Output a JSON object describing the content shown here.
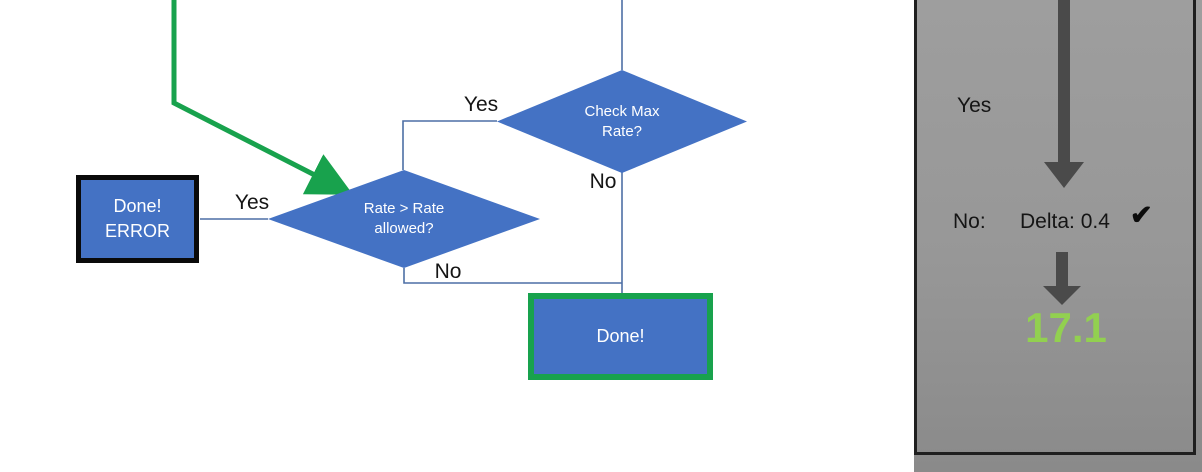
{
  "flowchart": {
    "check_max_diamond": {
      "line1": "Check Max",
      "line2": "Rate?"
    },
    "check_max_yes_label": "Yes",
    "check_max_no_label": "No",
    "rate_diamond": {
      "line1": "Rate > Rate",
      "line2": "allowed?"
    },
    "rate_yes_label": "Yes",
    "rate_no_label": "No",
    "done_error_box": {
      "line1": "Done!",
      "line2": "ERROR"
    },
    "done_box": {
      "label": "Done!"
    },
    "colors": {
      "shape_fill_blue": "#4472C4",
      "success_green": "#18A24D",
      "error_border_black": "#0a0a0a",
      "connector_blue": "#4d6fa5"
    }
  },
  "side_panel": {
    "yes_label": "Yes",
    "no_label": "No:",
    "delta_text": "Delta: 0.4",
    "check_mark": "✔",
    "result_value": "17.1",
    "colors": {
      "panel_gray": "#979797",
      "arrow_dark_gray": "#4a4a4a",
      "result_green": "#92D050",
      "frame_border": "#1f1f1f"
    }
  }
}
